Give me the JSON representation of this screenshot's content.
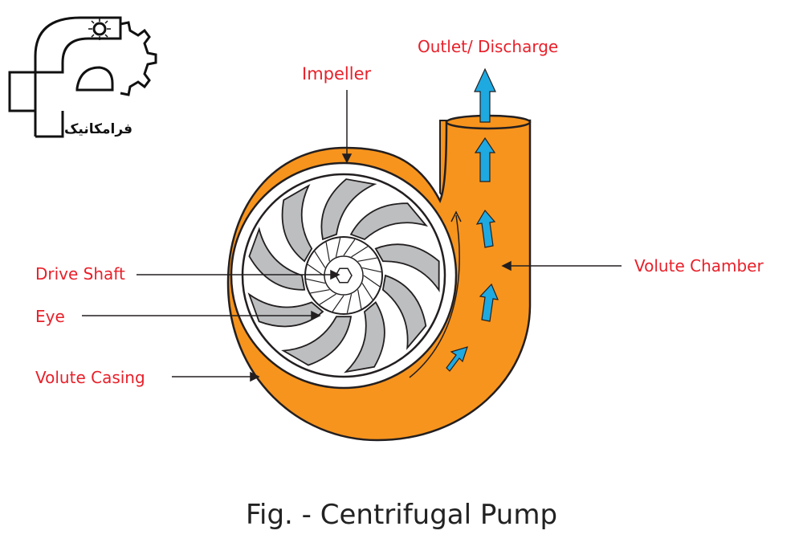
{
  "logo": {
    "text": "فرامکانیک"
  },
  "labels": {
    "impeller": "Impeller",
    "outlet": "Outlet/ Discharge",
    "drive_shaft": "Drive Shaft",
    "eye": "Eye",
    "volute_casing": "Volute Casing",
    "volute_chamber": "Volute Chamber"
  },
  "caption": "Fig. - Centrifugal Pump",
  "colors": {
    "label_red": "#e8202a",
    "casing_orange": "#f7941d",
    "blade_gray": "#bcbec0",
    "flow_arrow_blue": "#1fa9e1",
    "outline": "#231f20"
  }
}
